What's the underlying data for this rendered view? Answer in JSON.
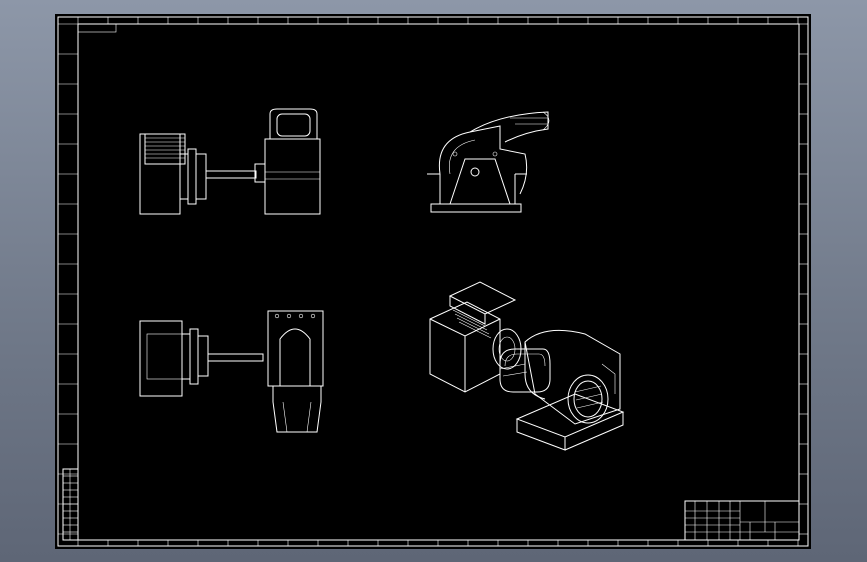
{
  "canvas": {
    "background": "#000000",
    "line_color": "#ffffff",
    "viewport_color": "#7a8496"
  },
  "drawing": {
    "views": [
      {
        "id": "front-view",
        "label": ""
      },
      {
        "id": "side-view",
        "label": ""
      },
      {
        "id": "top-view",
        "label": ""
      },
      {
        "id": "isometric-view",
        "label": ""
      }
    ]
  },
  "title_block": {
    "present": true
  }
}
